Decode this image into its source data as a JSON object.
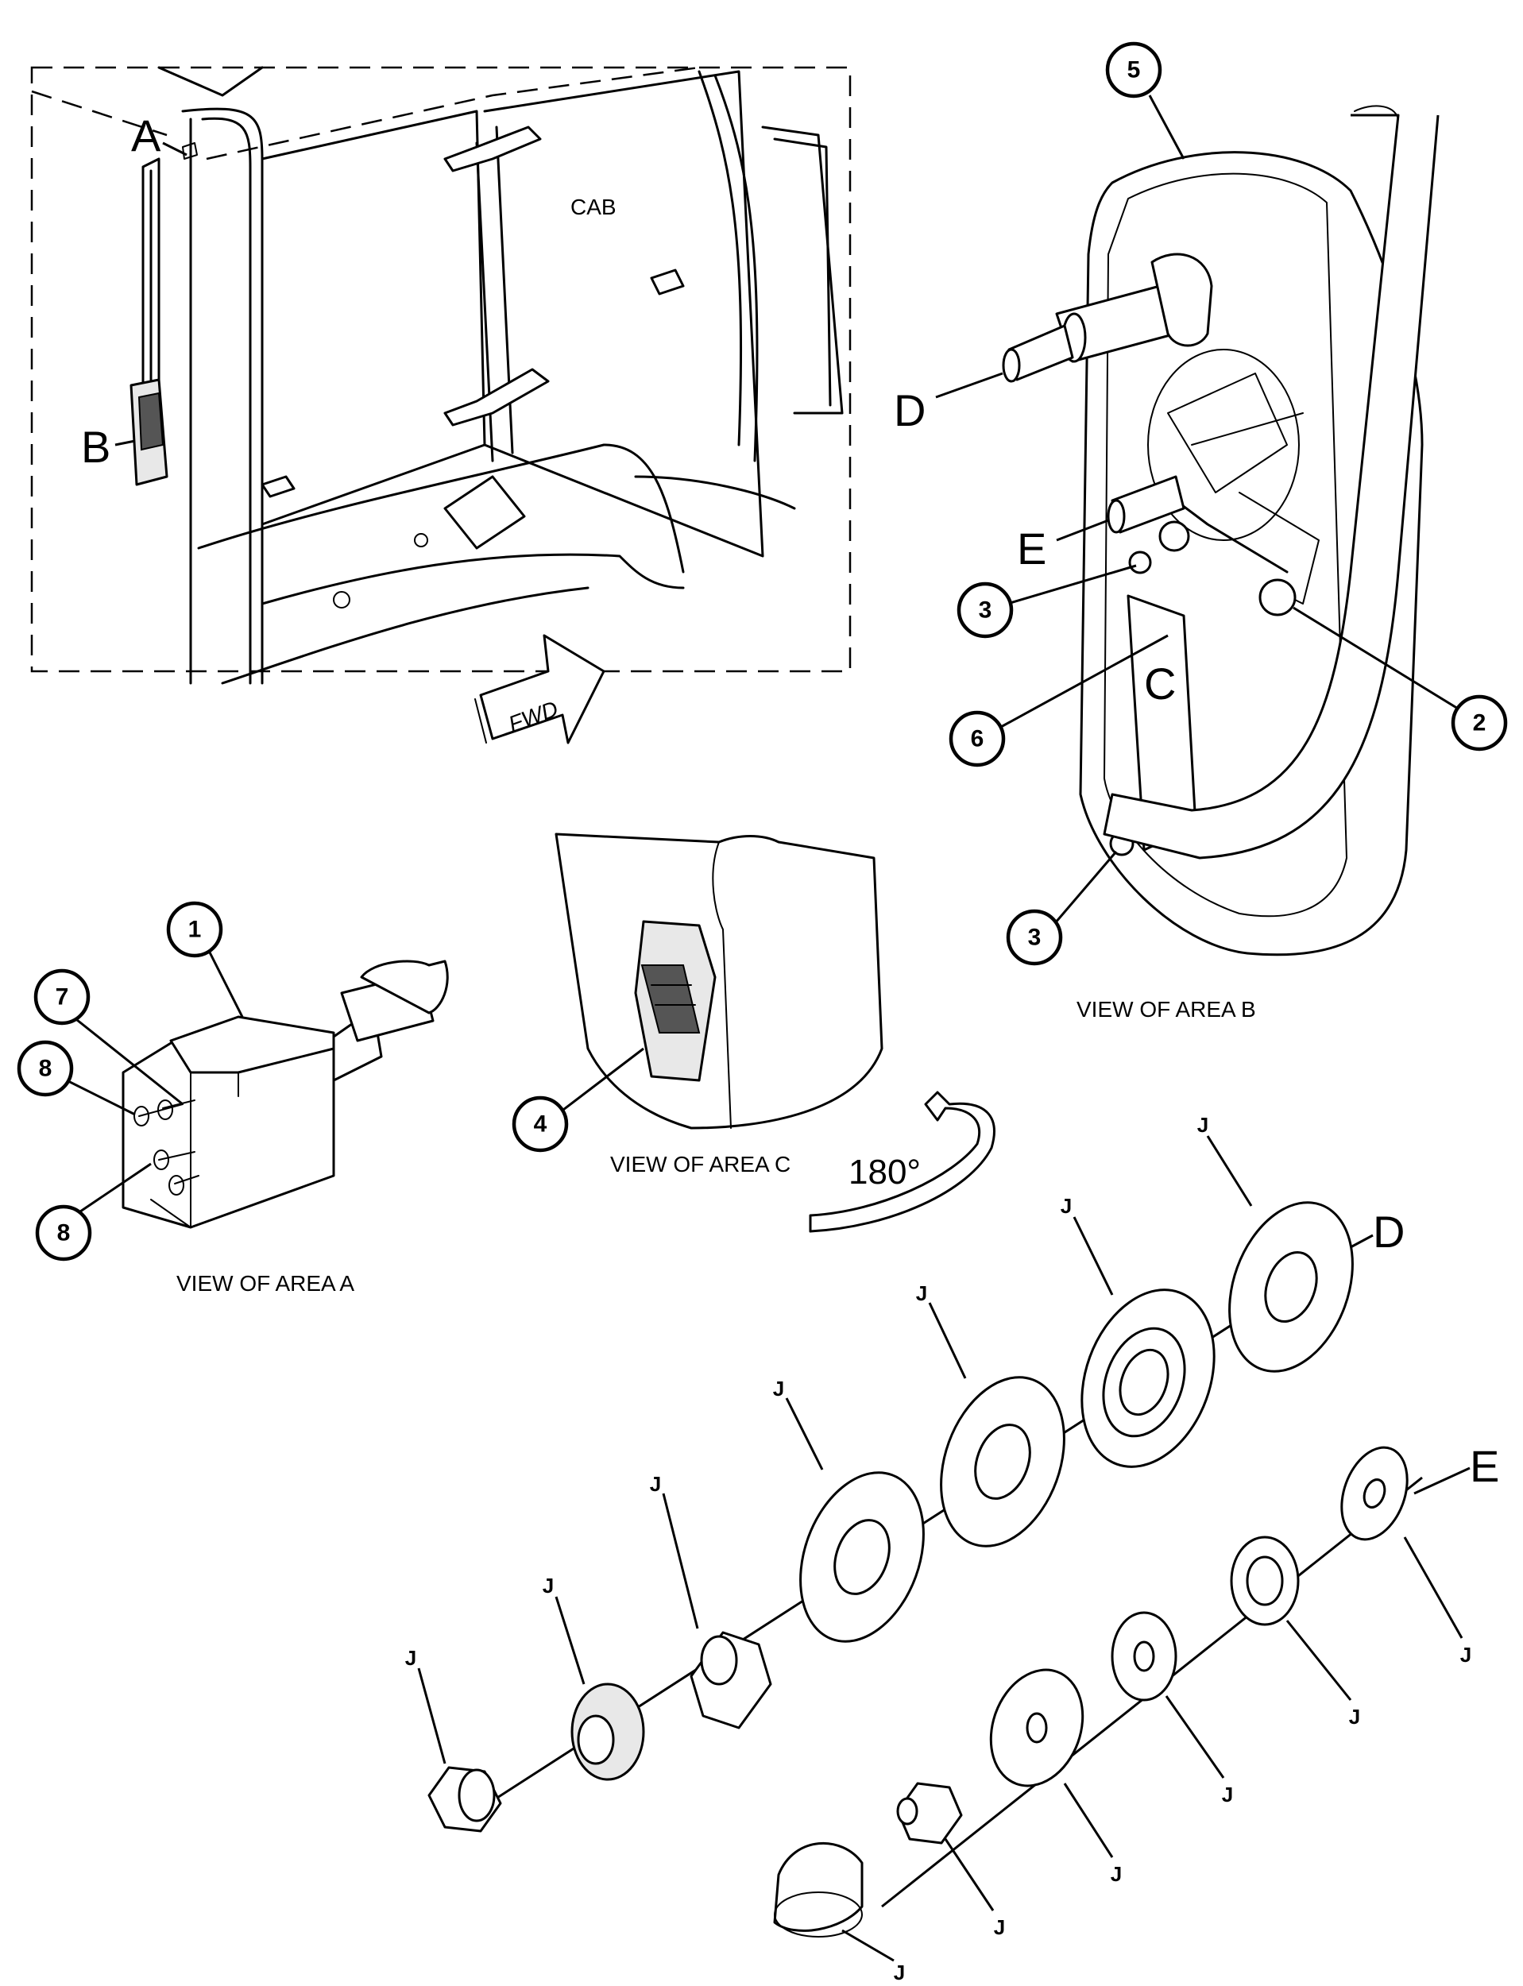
{
  "labels": {
    "area_a": "A",
    "area_b": "B",
    "area_c": "C",
    "shaft_d": "D",
    "shaft_e": "E",
    "cab": "CAB",
    "fwd": "FWD",
    "rotation": "180°",
    "j": "J"
  },
  "views": {
    "area_a": "VIEW OF AREA  A",
    "area_b": "VIEW OF AREA B",
    "area_c": "VIEW OF AREA C"
  },
  "callouts": [
    "1",
    "2",
    "3",
    "3",
    "4",
    "5",
    "6",
    "7",
    "8",
    "8"
  ]
}
